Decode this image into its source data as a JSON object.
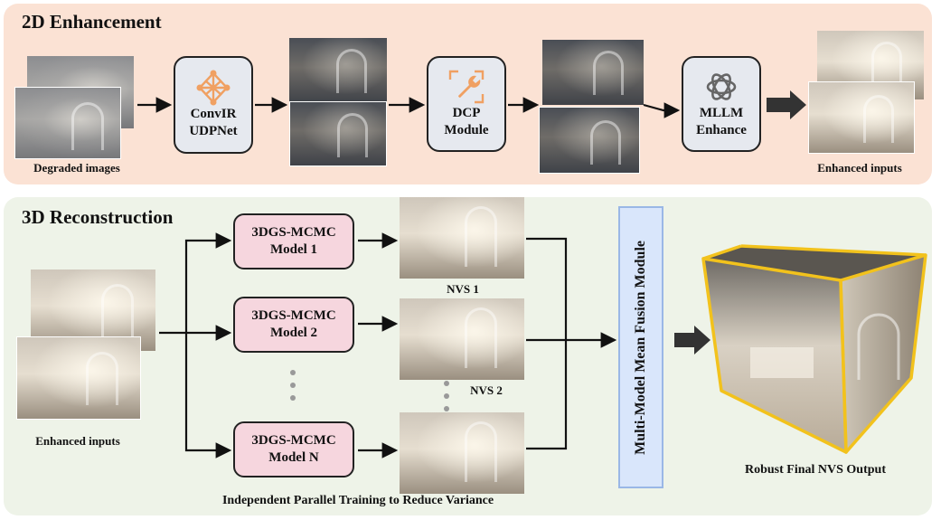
{
  "enhancement": {
    "title": "2D Enhancement",
    "degraded_label": "Degraded images",
    "stage1_lines": [
      "ConvIR",
      "UDPNet"
    ],
    "stage2_lines": [
      "DCP",
      "Module"
    ],
    "stage3_lines": [
      "MLLM",
      "Enhance"
    ],
    "output_label": "Enhanced inputs"
  },
  "reconstruction": {
    "title": "3D Reconstruction",
    "input_label": "Enhanced inputs",
    "models": [
      {
        "lines": [
          "3DGS-MCMC",
          "Model 1"
        ]
      },
      {
        "lines": [
          "3DGS-MCMC",
          "Model 2"
        ]
      },
      {
        "lines": [
          "3DGS-MCMC",
          "Model N"
        ]
      }
    ],
    "nvs_labels": [
      "NVS 1",
      "NVS 2"
    ],
    "fusion_label": "Multi-Model Mean Fusion Module",
    "parallel_caption": "Independent Parallel Training to Reduce Variance",
    "output_label": "Robust Final NVS Output"
  },
  "colors": {
    "panel_2d": "#fbe2d4",
    "panel_3d": "#eef3e8",
    "module_fill": "#e6e9ef",
    "model_fill": "#f6d6de",
    "fusion_fill": "#d9e6fb",
    "icon_orange": "#f0a062",
    "cube_outline": "#f2c21c"
  },
  "icons": [
    "network-icon",
    "wrench-icon",
    "openai-icon"
  ]
}
